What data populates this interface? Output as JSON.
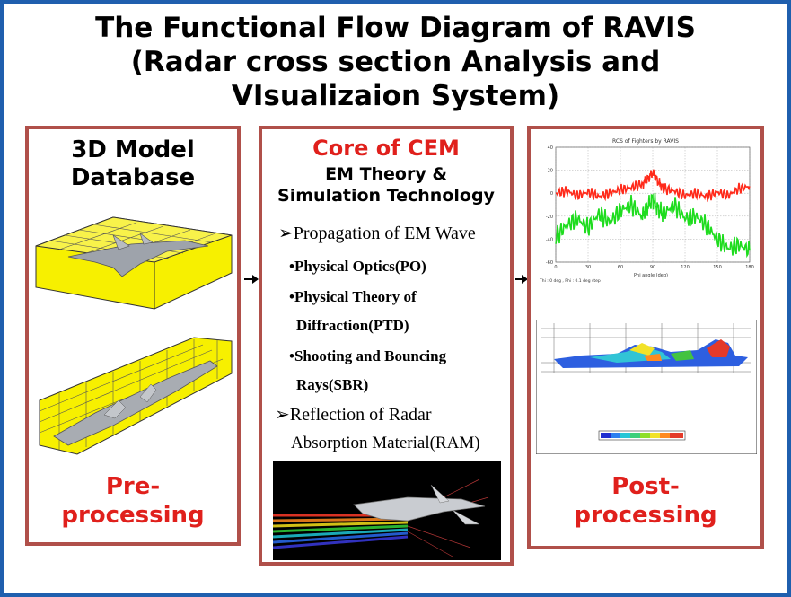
{
  "title": {
    "line1": "The Functional Flow Diagram of RAVIS",
    "line2": "(Radar cross section Analysis and",
    "line3": "VIsualizaion System)"
  },
  "left": {
    "heading_line1": "3D Model",
    "heading_line2": "Database",
    "label_line1": "Pre-",
    "label_line2": "processing"
  },
  "center": {
    "heading": "Core of CEM",
    "sub_line1": "EM Theory &",
    "sub_line2": "Simulation Technology",
    "bullets": [
      {
        "text": "Propagation of EM Wave",
        "items": [
          {
            "line1": "Physical Optics(PO)"
          },
          {
            "line1": "Physical Theory of",
            "line2": "Diffraction(PTD)"
          },
          {
            "line1": "Shooting and Bouncing",
            "line2": "Rays(SBR)"
          }
        ]
      },
      {
        "text": "Reflection of Radar",
        "line2": "Absorption Material(RAM)"
      }
    ]
  },
  "right": {
    "chart_title": "RCS of Fighters by RAVIS",
    "x_axis_label": "Phi angle (deg)",
    "footnote": "Thi : 0 deg , Phi : 0.1 deg step",
    "label_line1": "Post-",
    "label_line2": "processing"
  },
  "chart_data": {
    "type": "line",
    "title": "RCS of Fighters by RAVIS",
    "xlabel": "Phi angle (deg)",
    "ylabel": "",
    "xlim": [
      0,
      180
    ],
    "ylim": [
      -60,
      40
    ],
    "x_ticks": [
      0,
      30,
      60,
      90,
      120,
      150,
      180
    ],
    "y_ticks": [
      40,
      20,
      0,
      -20,
      -40,
      -60
    ],
    "grid": true,
    "series": [
      {
        "color": "#ff2a1a",
        "x": [
          0,
          10,
          20,
          30,
          40,
          50,
          60,
          70,
          80,
          85,
          90,
          95,
          100,
          110,
          120,
          130,
          140,
          150,
          160,
          170,
          180
        ],
        "y": [
          0,
          2,
          -2,
          1,
          -3,
          0,
          3,
          5,
          8,
          12,
          18,
          10,
          4,
          2,
          -2,
          0,
          -3,
          1,
          -2,
          4,
          6
        ]
      },
      {
        "color": "#1edc1e",
        "x": [
          0,
          10,
          20,
          30,
          40,
          50,
          60,
          70,
          80,
          85,
          90,
          95,
          100,
          110,
          120,
          130,
          140,
          150,
          160,
          170,
          180
        ],
        "y": [
          -38,
          -28,
          -22,
          -30,
          -18,
          -25,
          -15,
          -10,
          -20,
          -12,
          -5,
          -14,
          -18,
          -10,
          -22,
          -20,
          -28,
          -40,
          -48,
          -45,
          -50
        ]
      }
    ]
  },
  "colors": {
    "frame": "#1f5fae",
    "panel_border": "#b0504a",
    "accent_red": "#e0201c"
  }
}
